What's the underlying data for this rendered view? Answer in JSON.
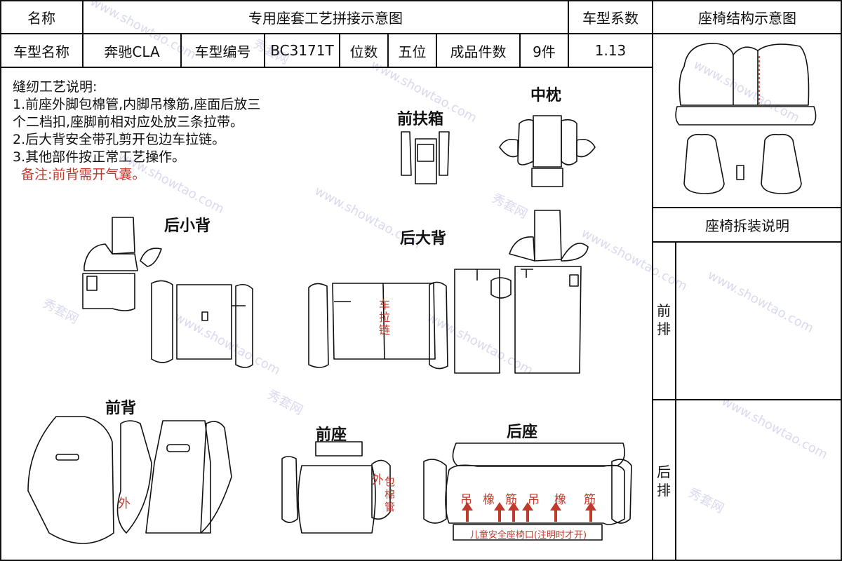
{
  "header": {
    "name_label": "名称",
    "title": "专用座套工艺拼接示意图",
    "coef_label": "车型系数",
    "diagram_title": "座椅结构示意图",
    "model_name_label": "车型名称",
    "model_name": "奔驰CLA",
    "model_code_label": "车型编号",
    "model_code": "BC3171T",
    "seats_label": "位数",
    "seats": "五位",
    "pieces_label": "成品件数",
    "pieces": "9件",
    "coef": "1.13"
  },
  "notes": {
    "heading": "缝纫工艺说明:",
    "line1a": "1.前座外脚包棉管,内脚吊橡筋,座面后放三",
    "line1b": "个二档扣,座脚前相对应处放三条拉带。",
    "line2": "2.后大背安全带孔剪开包边车拉链。",
    "line3": "3.其他部件按正常工艺操作。",
    "remark": "备注:前背需开气囊。"
  },
  "sections": {
    "front_armrest": "前扶箱",
    "middle_pillow": "中枕",
    "rear_small_back": "后小背",
    "rear_big_back": "后大背",
    "front_back": "前背",
    "front_seat": "前座",
    "rear_seat": "后座"
  },
  "annotations": {
    "zipper": "车拉链",
    "outer": "外",
    "outer2": "外",
    "cotton_tube": "包棉管",
    "hang": "吊",
    "rubber": "橡",
    "band": "筋",
    "hang2": "吊",
    "rubber2": "橡",
    "band2": "筋",
    "child_seat": "儿童安全座椅口(注明时才开)"
  },
  "side_panel": {
    "disassembly_title": "座椅拆装说明",
    "front_row": "前排",
    "rear_row": "后排"
  },
  "watermark": {
    "text1": "秀套网",
    "text2": "www.showtao.com"
  },
  "colors": {
    "annotation_red": "#c0392b",
    "watermark": "#d9d9f0"
  }
}
